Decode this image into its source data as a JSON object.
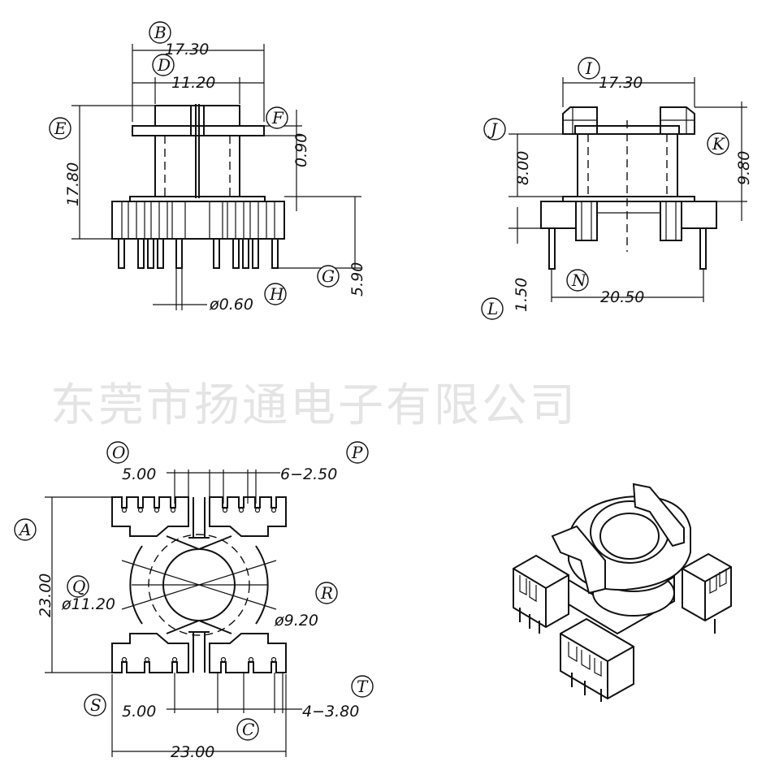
{
  "watermark": "东莞市扬通电子有限公司",
  "labels": {
    "A": "A",
    "B": "B",
    "C": "C",
    "D": "D",
    "E": "E",
    "F": "F",
    "G": "G",
    "H": "H",
    "I": "I",
    "J": "J",
    "K": "K",
    "L": "L",
    "N": "N",
    "O": "O",
    "P": "P",
    "Q": "Q",
    "R": "R",
    "S": "S",
    "T": "T"
  },
  "front_view": {
    "width_total": "17.30",
    "width_inner": "11.20",
    "height_total": "17.80",
    "flange": "0.90",
    "pin_length": "5.90",
    "pin_dia": "ø0.60"
  },
  "side_view": {
    "width_top": "17.30",
    "gap": "8.00",
    "height": "9.80",
    "offset": "1.50",
    "width_base": "20.50"
  },
  "top_view": {
    "pitch_top": "5.00",
    "slots_top": "6−2.50",
    "height": "23.00",
    "outer_dia": "ø11.20",
    "inner_dia": "ø9.20",
    "pitch_bottom": "5.00",
    "slots_bottom": "4−3.80",
    "width": "23.00"
  }
}
